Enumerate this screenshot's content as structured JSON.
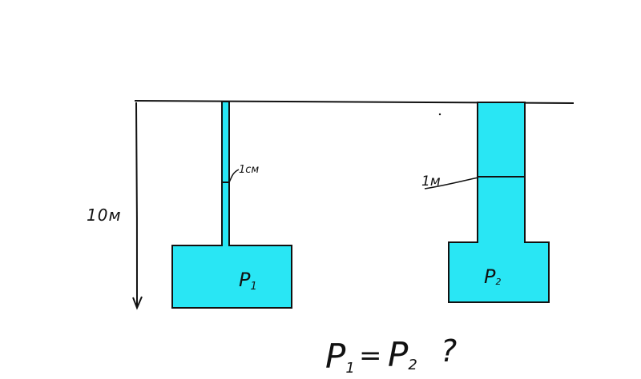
{
  "diagram": {
    "colors": {
      "water": "#29e6f4",
      "ink": "#111111",
      "background": "#ffffff"
    },
    "height_label": "10м",
    "left_vessel": {
      "level_label": "1см",
      "pressure_label": "P",
      "pressure_subscript": "1"
    },
    "right_vessel": {
      "level_label": "1м",
      "pressure_label": "P",
      "pressure_subscript": "2"
    },
    "question": {
      "p1": "P",
      "p1_sub": "1",
      "equals": "=",
      "p2": "P",
      "p2_sub": "2",
      "mark": "?"
    }
  }
}
